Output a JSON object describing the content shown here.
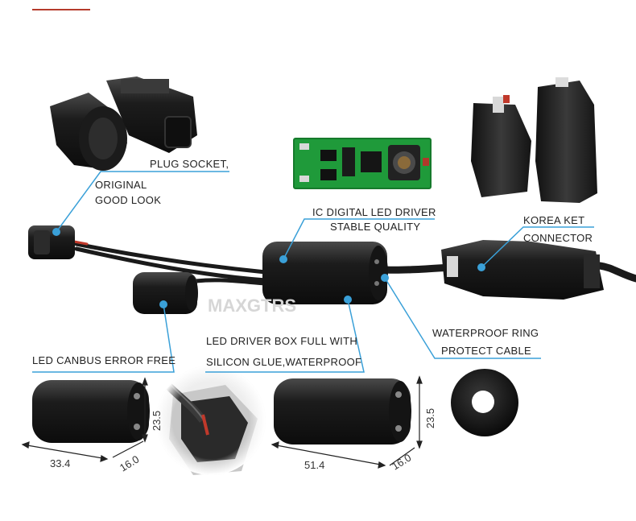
{
  "accent_color": "#b53a2c",
  "callout_color": "#3aa0d8",
  "labels": {
    "plug_socket_1": "PLUG SOCKET,",
    "plug_socket_2": "ORIGINAL",
    "plug_socket_3": "GOOD LOOK",
    "ic_driver_1": "IC DIGITAL LED DRIVER",
    "ic_driver_2": "STABLE QUALITY",
    "korea_1": "KOREA KET",
    "korea_2": "CONNECTOR",
    "driver_box_1": "LED DRIVER BOX  FULL WITH",
    "driver_box_2": "SILICON GLUE,WATERPROOF",
    "ring_1": "WATERPROOF RING",
    "ring_2": "PROTECT CABLE",
    "canbus": "LED CANBUS ERROR FREE"
  },
  "dimensions": {
    "small_width": "33.4",
    "small_depth": "16.0",
    "small_height": "23.5",
    "large_width": "51.4",
    "large_depth": "16.0",
    "large_height": "23.5"
  },
  "watermark": "MAXGTRS",
  "icons": [
    "plug-socket-icon",
    "circuit-board-icon",
    "ket-connector-icon",
    "driver-box-icon",
    "rubber-ring-icon",
    "cable-icon"
  ]
}
